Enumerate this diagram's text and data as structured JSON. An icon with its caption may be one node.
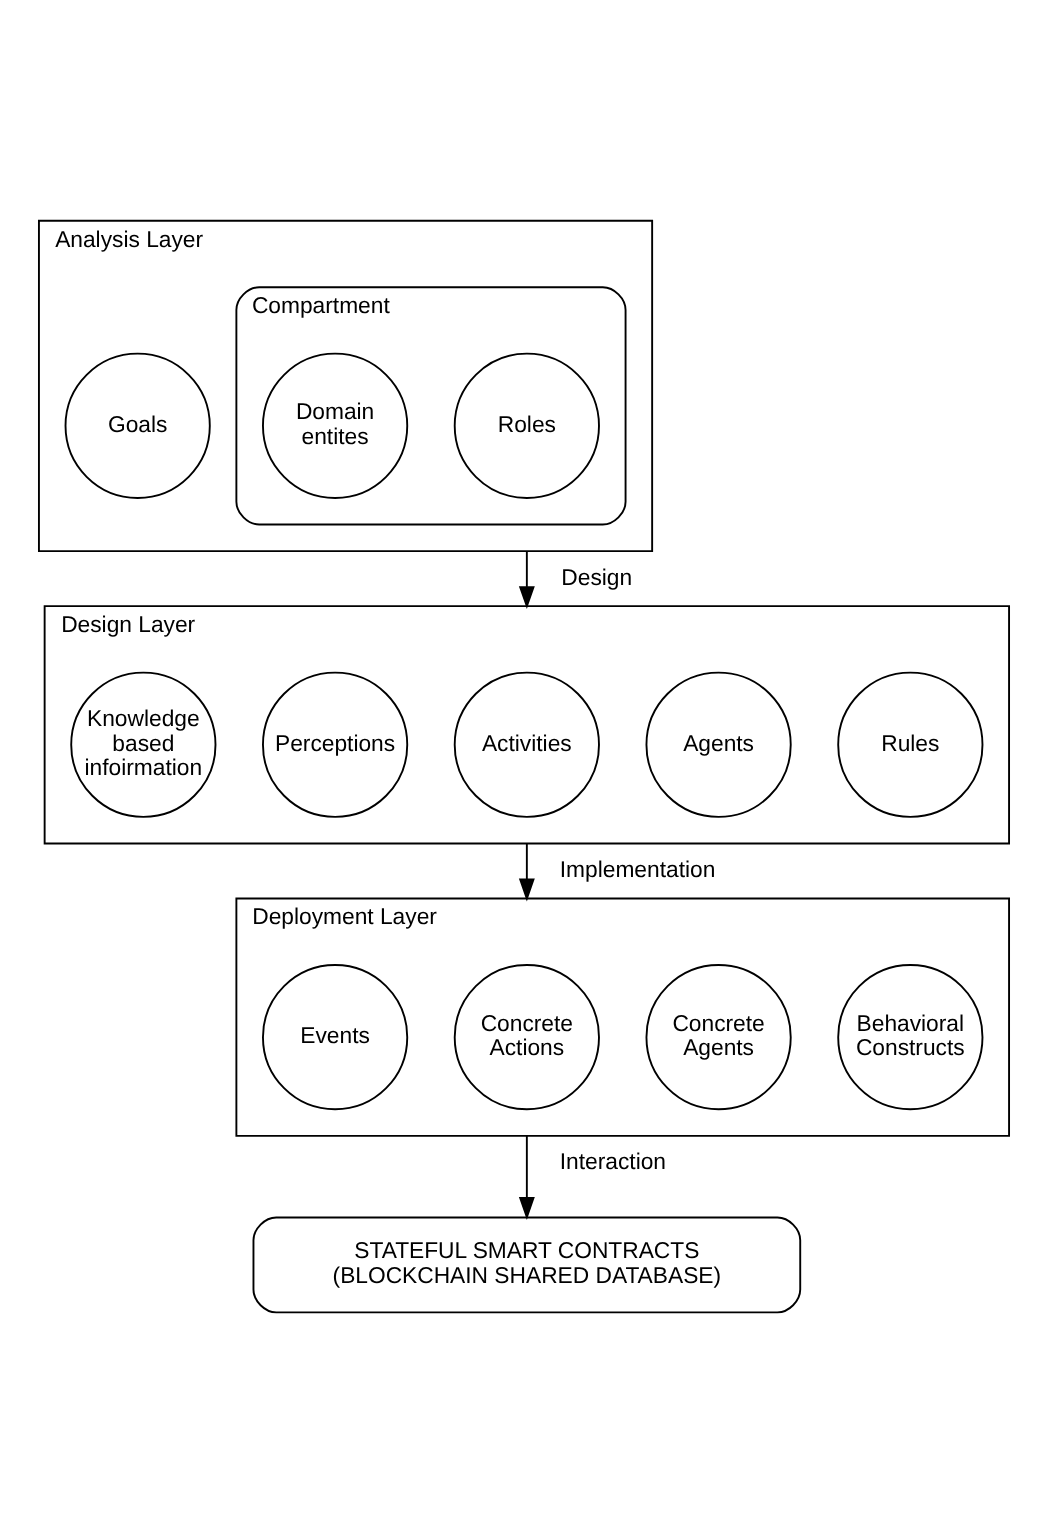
{
  "diagram": {
    "nodes": [
      {
        "text": [
          "Analysis Layer"
        ]
      },
      {
        "text": [
          "Goals"
        ],
        "in": 0
      },
      {
        "text": [
          "Compartment"
        ],
        "in": 0
      },
      {
        "text": [
          "Roles"
        ],
        "in": 2
      },
      {
        "text": [
          "Domain entites"
        ],
        "in": 2
      },
      {
        "text": [
          "Design Layer"
        ]
      },
      {
        "text": [
          "Rules"
        ],
        "in": 5
      },
      {
        "text": [
          "Agents"
        ],
        "in": 5
      },
      {
        "text": [
          "Activities"
        ],
        "in": 5
      },
      {
        "text": [
          "Perceptions"
        ],
        "in": 5
      },
      {
        "text": [
          "Knowledge based infoirmation"
        ],
        "in": 5
      },
      {
        "text": [
          "Deployment Layer"
        ]
      },
      {
        "text": [
          "Behavioral Constructs"
        ],
        "in": 11
      },
      {
        "text": [
          "Concrete Agents"
        ],
        "in": 11
      },
      {
        "text": [
          "Concrete Actions"
        ],
        "in": 11
      },
      {
        "text": [
          "Events"
        ],
        "in": 11
      },
      {
        "text": [
          "STATEFUL SMART CONTRACTS (BLOCKCHAIN SHARED DATABASE)"
        ]
      }
    ],
    "edges": [
      {
        "from": 0,
        "to": 5,
        "arrow": "to",
        "label": "Design"
      },
      {
        "from": 5,
        "to": 11,
        "arrow": "to",
        "label": "Implementation"
      },
      {
        "from": 11,
        "to": 16,
        "arrow": "to",
        "label": "Interaction"
      }
    ]
  }
}
